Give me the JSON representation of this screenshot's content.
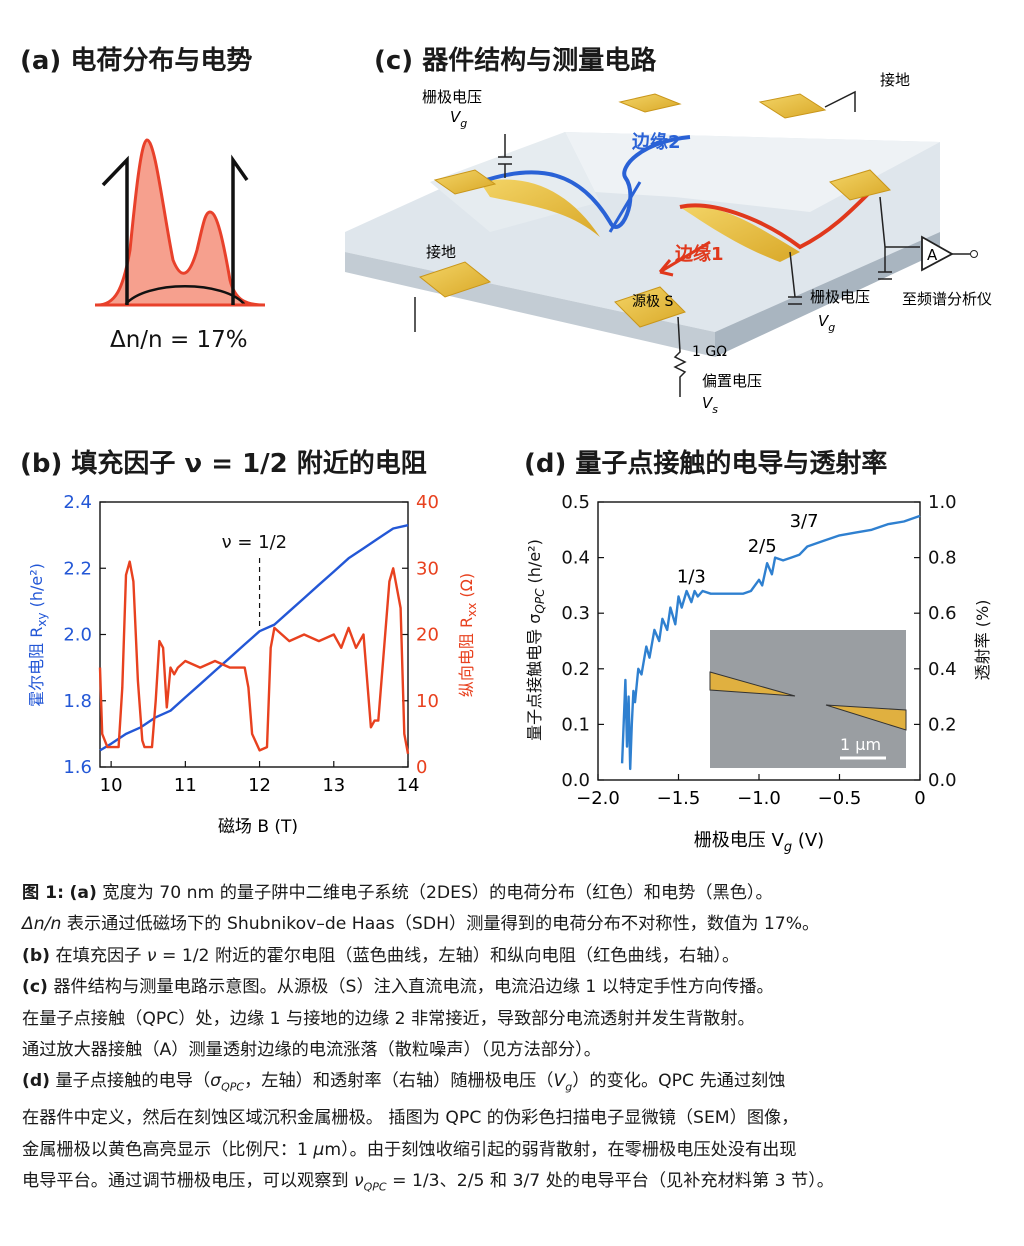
{
  "panel_a": {
    "title": "(a) 电荷分布与电势",
    "delta_label": "Δn/n = 17%",
    "colors": {
      "charge": "#e8412b",
      "charge_fill": "#f6a08e",
      "potential": "#111111"
    }
  },
  "panel_c": {
    "title": "(c) 器件结构与测量电路",
    "labels": {
      "gate_top": "栅极电压",
      "vg_top": "V",
      "vg_top_sub": "g",
      "edge2": "边缘2",
      "edge1": "边缘1",
      "ground_top": "接地",
      "ground_left": "接地",
      "source": "源极 S",
      "amp": "A",
      "analyzer": "至频谱分析仪",
      "gate_right": "栅极电压",
      "vg_right": "V",
      "vg_right_sub": "g",
      "resistor": "1 GΩ",
      "bias": "偏置电压",
      "vs": "V",
      "vs_sub": "s"
    },
    "colors": {
      "substrate": "#d5dde4",
      "contact": "#e8c040",
      "edge1": "#e0381c",
      "edge2": "#2a62d6"
    }
  },
  "panel_b": {
    "title": "(b) 填充因子 ν = 1/2 附近的电阻",
    "annotation": "ν = 1/2",
    "ylabel_left": "霍尔电阻 R",
    "ylabel_left_sub": "xy",
    "ylabel_left_unit": " (h/e²)",
    "ylabel_right": "纵向电阻 R",
    "ylabel_right_sub": "xx",
    "ylabel_right_unit": " (Ω)",
    "xlabel": "磁场 B (T)"
  },
  "panel_d": {
    "title": "(d) 量子点接触的电导与透射率",
    "plateau_labels": [
      "1/3",
      "2/5",
      "3/7"
    ],
    "ylabel_left": "量子点接触电导 σ",
    "ylabel_left_sub": "QPC",
    "ylabel_left_unit": " (h/e²)",
    "ylabel_right": "透射率 (%)",
    "xlabel": "栅极电压 V",
    "xlabel_sub": "g",
    "xlabel_unit": " (V)",
    "inset_scale": "1 μm"
  },
  "chart_data": [
    {
      "panel": "b",
      "type": "line",
      "xlabel": "磁场 B (T)",
      "x_ticks": [
        "10",
        "11",
        "12",
        "13",
        "14"
      ],
      "xlim": [
        9.85,
        14
      ],
      "y_left_ticks": [
        "1.6",
        "1.8",
        "2.0",
        "2.2",
        "2.4"
      ],
      "ylim_left": [
        1.6,
        2.4
      ],
      "y_right_ticks": [
        "0",
        "10",
        "20",
        "30",
        "40"
      ],
      "ylim_right": [
        0,
        40
      ],
      "series": [
        {
          "axis": "left",
          "color": "#2357d6",
          "x": [
            9.85,
            10.0,
            10.2,
            10.4,
            10.6,
            10.8,
            11.0,
            11.2,
            11.4,
            11.6,
            11.8,
            12.0,
            12.2,
            12.4,
            12.6,
            12.8,
            13.0,
            13.2,
            13.4,
            13.6,
            13.8,
            14.0
          ],
          "values": [
            1.65,
            1.67,
            1.7,
            1.72,
            1.75,
            1.77,
            1.81,
            1.85,
            1.89,
            1.93,
            1.97,
            2.01,
            2.03,
            2.07,
            2.11,
            2.15,
            2.19,
            2.23,
            2.26,
            2.29,
            2.32,
            2.33
          ]
        },
        {
          "axis": "right",
          "color": "#e8411f",
          "x": [
            9.85,
            9.88,
            9.95,
            10.0,
            10.1,
            10.15,
            10.2,
            10.25,
            10.3,
            10.36,
            10.42,
            10.45,
            10.5,
            10.55,
            10.6,
            10.65,
            10.7,
            10.75,
            10.8,
            10.85,
            10.9,
            11.0,
            11.2,
            11.4,
            11.6,
            11.8,
            11.85,
            11.9,
            12.0,
            12.1,
            12.15,
            12.2,
            12.4,
            12.6,
            12.8,
            13.0,
            13.1,
            13.2,
            13.3,
            13.4,
            13.45,
            13.5,
            13.55,
            13.6,
            13.7,
            13.75,
            13.8,
            13.9,
            13.95,
            14.0
          ],
          "values": [
            15,
            5,
            3,
            3,
            3,
            12,
            29,
            31,
            28,
            13,
            4,
            3,
            3,
            3,
            10,
            19,
            18,
            9,
            15,
            14,
            15,
            16,
            15,
            16,
            15,
            15,
            12,
            5,
            2.5,
            3,
            18,
            21,
            19,
            20,
            19,
            20,
            18,
            21,
            18,
            20,
            13,
            6,
            7,
            7,
            21,
            28,
            30,
            24,
            5,
            2
          ]
        }
      ],
      "annotation_x": 12.0
    },
    {
      "panel": "d",
      "type": "line",
      "xlabel": "栅极电压 Vg (V)",
      "x_ticks": [
        "−2.0",
        "−1.5",
        "−1.0",
        "−0.5",
        "0"
      ],
      "xlim": [
        -2.0,
        0.0
      ],
      "y_left_ticks": [
        "0.0",
        "0.1",
        "0.2",
        "0.3",
        "0.4",
        "0.5"
      ],
      "ylim_left": [
        0.0,
        0.5
      ],
      "y_right_ticks": [
        "0.0",
        "0.2",
        "0.4",
        "0.6",
        "0.8",
        "1.0"
      ],
      "ylim_right": [
        0.0,
        1.0
      ],
      "series": [
        {
          "axis": "left",
          "color": "#2f80d0",
          "x": [
            -1.85,
            -1.83,
            -1.82,
            -1.81,
            -1.8,
            -1.79,
            -1.78,
            -1.77,
            -1.75,
            -1.73,
            -1.7,
            -1.68,
            -1.65,
            -1.62,
            -1.6,
            -1.57,
            -1.55,
            -1.52,
            -1.5,
            -1.48,
            -1.45,
            -1.42,
            -1.4,
            -1.38,
            -1.35,
            -1.3,
            -1.2,
            -1.1,
            -1.05,
            -1.0,
            -0.98,
            -0.95,
            -0.92,
            -0.9,
            -0.85,
            -0.8,
            -0.75,
            -0.7,
            -0.6,
            -0.5,
            -0.4,
            -0.3,
            -0.2,
            -0.1,
            0.0
          ],
          "values": [
            0.03,
            0.18,
            0.06,
            0.15,
            0.02,
            0.1,
            0.16,
            0.14,
            0.2,
            0.19,
            0.24,
            0.22,
            0.27,
            0.25,
            0.29,
            0.27,
            0.31,
            0.28,
            0.33,
            0.31,
            0.34,
            0.32,
            0.34,
            0.33,
            0.34,
            0.335,
            0.335,
            0.335,
            0.34,
            0.36,
            0.35,
            0.39,
            0.37,
            0.4,
            0.395,
            0.4,
            0.405,
            0.42,
            0.43,
            0.44,
            0.445,
            0.45,
            0.46,
            0.465,
            0.475
          ]
        }
      ]
    }
  ]
}
